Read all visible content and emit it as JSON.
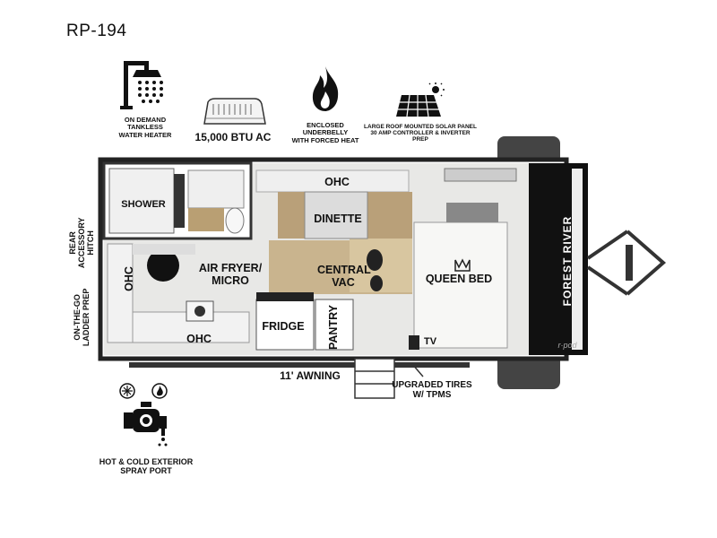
{
  "model": "RP-194",
  "features": {
    "water_heater": [
      "ON DEMAND",
      "TANKLESS",
      "WATER HEATER"
    ],
    "ac": "15,000 BTU AC",
    "underbelly": [
      "ENCLOSED UNDERBELLY",
      "WITH FORCED HEAT"
    ],
    "solar": [
      "LARGE ROOF MOUNTED SOLAR PANEL",
      "30 AMP CONTROLLER & INVERTER PREP"
    ],
    "spray_port": [
      "HOT & COLD EXTERIOR",
      "SPRAY PORT"
    ]
  },
  "side_labels": {
    "rear_hitch": [
      "REAR",
      "ACCESSORY",
      "HITCH"
    ],
    "ladder": [
      "ON-THE-GO",
      "LADDER PREP"
    ]
  },
  "rooms": {
    "shower": "SHOWER",
    "ohc_top": "OHC",
    "dinette": "DINETTE",
    "ohc_left": "OHC",
    "air_fryer": [
      "AIR FRYER/",
      "MICRO"
    ],
    "central_vac": [
      "CENTRAL",
      "VAC"
    ],
    "queen_bed": "QUEEN BED",
    "ohc_bottom": "OHC",
    "fridge": "FRIDGE",
    "pantry": "PANTRY",
    "tv": "TV"
  },
  "exterior": {
    "awning": "11' AWNING",
    "tires": [
      "UPGRADED TIRES",
      "W/ TPMS"
    ],
    "brand": "FOREST RIVER",
    "logo": "r·pod"
  }
}
